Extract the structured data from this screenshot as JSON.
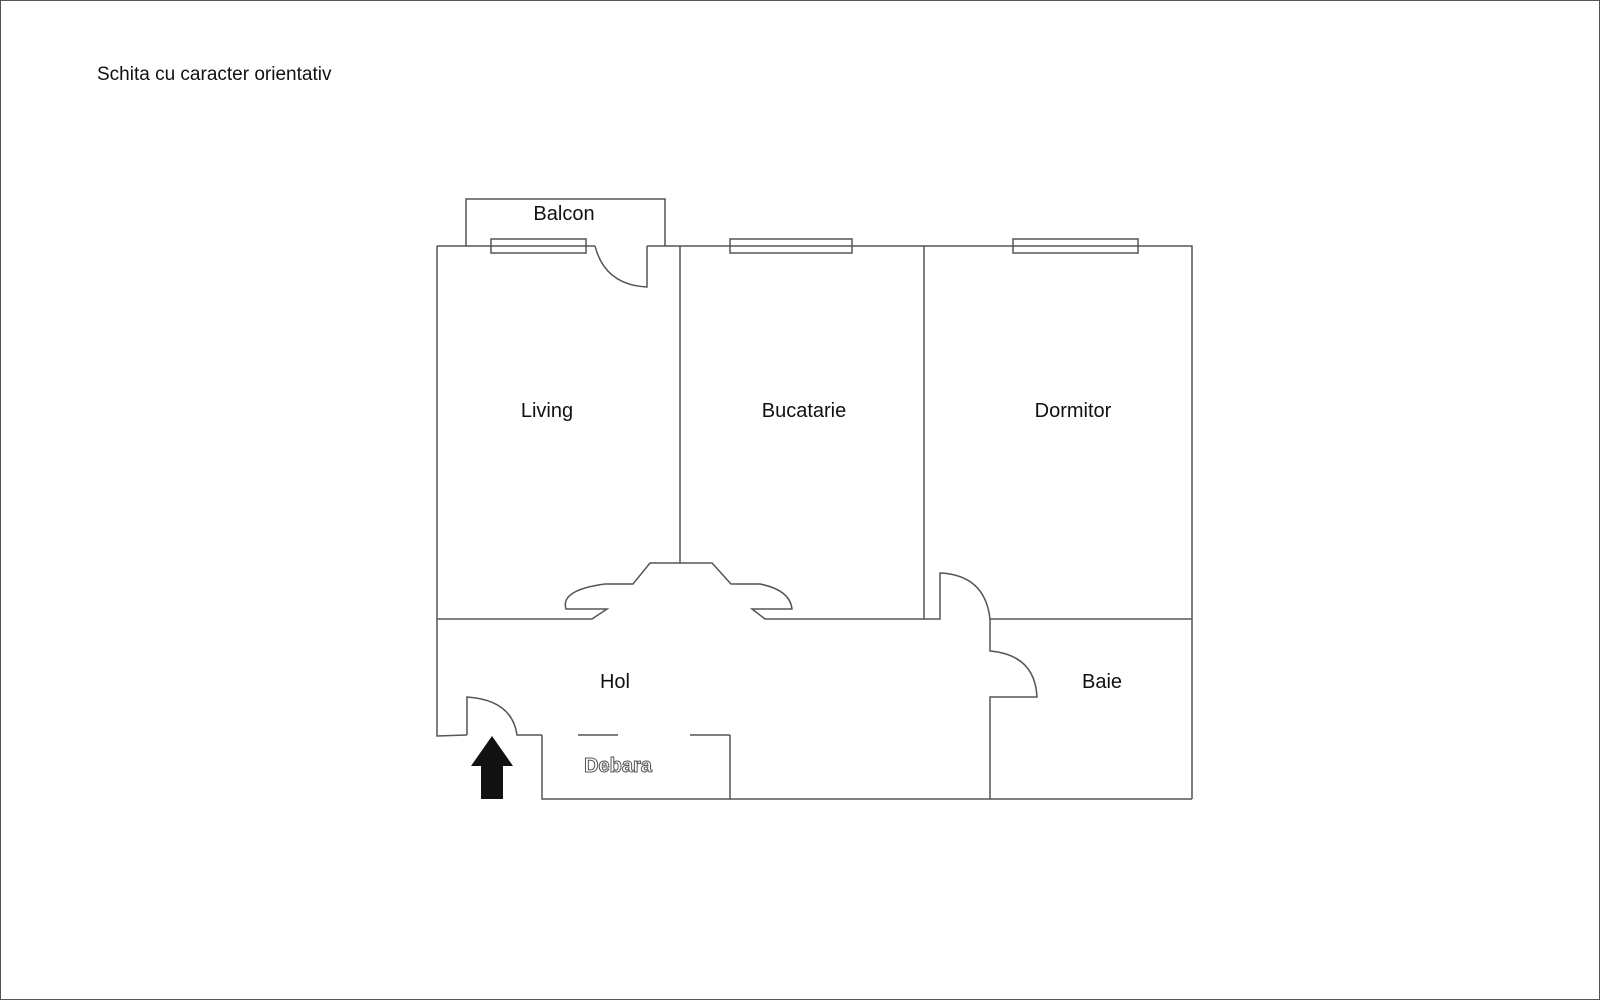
{
  "caption": "Schita cu caracter orientativ",
  "rooms": [
    {
      "name": "Balcon"
    },
    {
      "name": "Living"
    },
    {
      "name": "Bucatarie"
    },
    {
      "name": "Dormitor"
    },
    {
      "name": "Hol"
    },
    {
      "name": "Baie"
    },
    {
      "name": "Debara"
    }
  ],
  "entrance": {
    "icon": "entrance-arrow-icon"
  },
  "colors": {
    "wall": "#555555",
    "arrow": "#111111"
  }
}
